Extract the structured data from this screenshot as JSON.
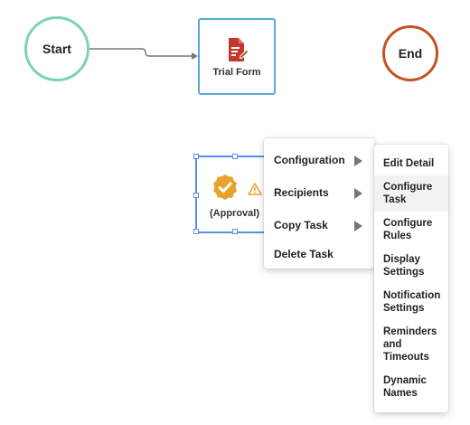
{
  "nodes": {
    "start": {
      "label": "Start",
      "color": "#7dd3b0"
    },
    "end": {
      "label": "End",
      "color": "#c2541f"
    },
    "form": {
      "label": "Trial Form",
      "icon": "form-document-icon",
      "color": "#c0392b"
    },
    "approval": {
      "label": "(Approval)",
      "icon": "approval-badge-icon",
      "warning_icon": "warning-icon",
      "color": "#e8a32c"
    }
  },
  "context_menu": {
    "items": [
      {
        "label": "Configuration"
      },
      {
        "label": "Recipients"
      },
      {
        "label": "Copy Task"
      },
      {
        "label": "Delete Task"
      }
    ]
  },
  "submenu": {
    "items": [
      {
        "label": "Edit Detail"
      },
      {
        "label": "Configure Task"
      },
      {
        "label": "Configure Rules"
      },
      {
        "label": "Display Settings"
      },
      {
        "label": "Notification Settings"
      },
      {
        "label": "Reminders and Timeouts"
      },
      {
        "label": "Dynamic Names"
      }
    ]
  },
  "colors": {
    "selection": "#5b8ef0",
    "form_border": "#5aa9d8",
    "edge": "#777777"
  }
}
